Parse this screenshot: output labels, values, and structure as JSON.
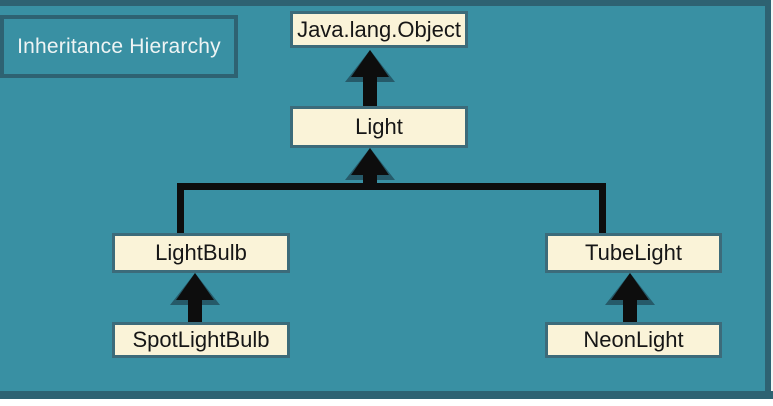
{
  "slide": {
    "background_color": "#3990a3",
    "frame_color": "#2e6272",
    "bottom_strip_color": "#ffffff"
  },
  "title_box": {
    "label": "Inheritance Hierarchy",
    "text_color": "#eef4f4"
  },
  "diagram": {
    "node_fill_color": "#faf3d8",
    "node_border_color": "#3c6b7a",
    "node_text_color": "#161616",
    "arrow_color": "#0d0d0d",
    "arrow_shadow_color": "#265a69",
    "nodes": [
      {
        "id": "java-lang-object",
        "label": "Java.lang.Object"
      },
      {
        "id": "light",
        "label": "Light"
      },
      {
        "id": "lightbulb",
        "label": "LightBulb"
      },
      {
        "id": "tubelight",
        "label": "TubeLight"
      },
      {
        "id": "spotlightbulb",
        "label": "SpotLightBulb"
      },
      {
        "id": "neonlight",
        "label": "NeonLight"
      }
    ],
    "edges": [
      {
        "from": "Light",
        "to": "Java.lang.Object"
      },
      {
        "from": "LightBulb",
        "to": "Light"
      },
      {
        "from": "TubeLight",
        "to": "Light"
      },
      {
        "from": "SpotLightBulb",
        "to": "LightBulb"
      },
      {
        "from": "NeonLight",
        "to": "TubeLight"
      }
    ]
  }
}
